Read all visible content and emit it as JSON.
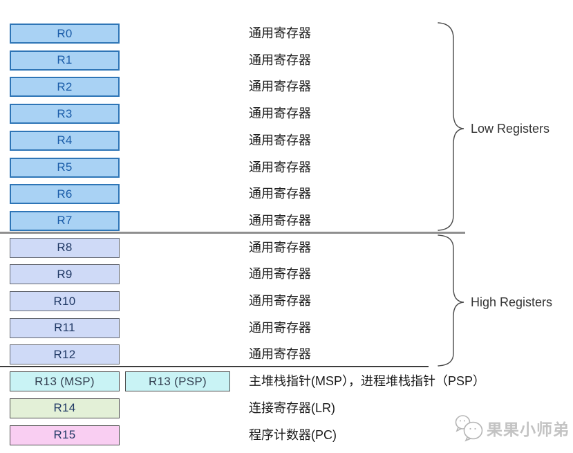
{
  "rows": [
    {
      "boxes": [
        "R0"
      ],
      "style": "blue",
      "desc": "通用寄存器"
    },
    {
      "boxes": [
        "R1"
      ],
      "style": "blue",
      "desc": "通用寄存器"
    },
    {
      "boxes": [
        "R2"
      ],
      "style": "blue",
      "desc": "通用寄存器"
    },
    {
      "boxes": [
        "R3"
      ],
      "style": "blue",
      "desc": "通用寄存器"
    },
    {
      "boxes": [
        "R4"
      ],
      "style": "blue",
      "desc": "通用寄存器"
    },
    {
      "boxes": [
        "R5"
      ],
      "style": "blue",
      "desc": "通用寄存器"
    },
    {
      "boxes": [
        "R6"
      ],
      "style": "blue",
      "desc": "通用寄存器"
    },
    {
      "boxes": [
        "R7"
      ],
      "style": "blue",
      "desc": "通用寄存器"
    },
    {
      "boxes": [
        "R8"
      ],
      "style": "lavender",
      "desc": "通用寄存器"
    },
    {
      "boxes": [
        "R9"
      ],
      "style": "lavender",
      "desc": "通用寄存器"
    },
    {
      "boxes": [
        "R10"
      ],
      "style": "lavender",
      "desc": "通用寄存器"
    },
    {
      "boxes": [
        "R11"
      ],
      "style": "lavender",
      "desc": "通用寄存器"
    },
    {
      "boxes": [
        "R12"
      ],
      "style": "lavender",
      "desc": "通用寄存器"
    },
    {
      "boxes": [
        "R13 (MSP)",
        "R13 (PSP)"
      ],
      "style": "cyan",
      "desc": "主堆栈指针(MSP），进程堆栈指针（PSP）"
    },
    {
      "boxes": [
        "R14"
      ],
      "style": "green",
      "desc": "连接寄存器(LR)"
    },
    {
      "boxes": [
        "R15"
      ],
      "style": "pink",
      "desc": "程序计数器(PC)"
    }
  ],
  "groups": [
    {
      "label": "Low Registers"
    },
    {
      "label": "High Registers"
    }
  ],
  "watermark": {
    "icon": "chat-bubbles-icon",
    "text": "果果小师弟"
  },
  "colors": {
    "blue_fill": "#A9D2F4",
    "blue_border": "#2E75B6",
    "blue_text": "#1A5CA8",
    "lavender_fill": "#CFDAF7",
    "gray_border": "#62666F",
    "navy_text": "#1F3864",
    "cyan_fill": "#C9F3F5",
    "green_fill": "#E3F0D7",
    "pink_fill": "#F9CEF2",
    "dark_border": "#4A4A4A",
    "slate_text": "#333F50",
    "desc_text": "#1A1A1A",
    "brace_color": "#4A4A4A",
    "divider_gray": "#8F8F8F",
    "divider_dark": "#3C3C3C",
    "watermark_color": "#B5B5B5"
  }
}
